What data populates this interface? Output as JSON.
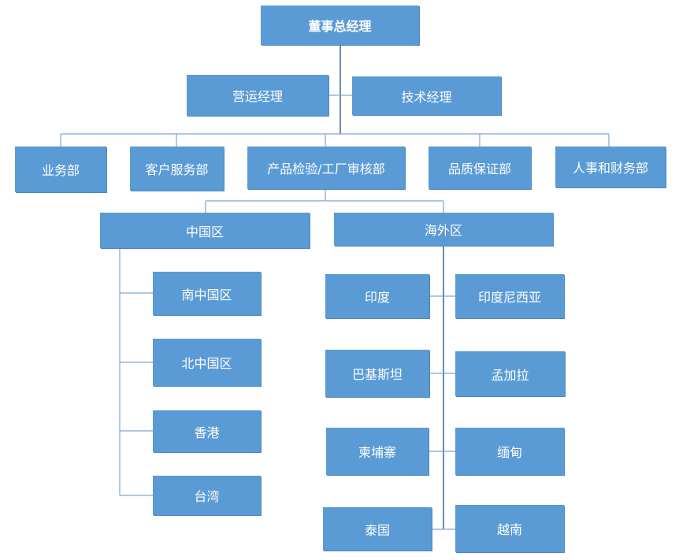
{
  "org_chart": {
    "top": "董事总经理",
    "managers": {
      "operations": "营运经理",
      "technical": "技术经理"
    },
    "departments": {
      "business": "业务部",
      "customer_service": "客户服务部",
      "inspection": "产品检验/工厂审核部",
      "quality": "品质保证部",
      "hr_finance": "人事和财务部"
    },
    "regions": {
      "china": {
        "label": "中国区",
        "subregions": [
          "南中国区",
          "北中国区",
          "香港",
          "台湾"
        ]
      },
      "overseas": {
        "label": "海外区",
        "left": [
          "印度",
          "巴基斯坦",
          "柬埔寨",
          "泰国"
        ],
        "right": [
          "印度尼西亚",
          "孟加拉",
          "缅甸",
          "越南"
        ]
      }
    }
  }
}
